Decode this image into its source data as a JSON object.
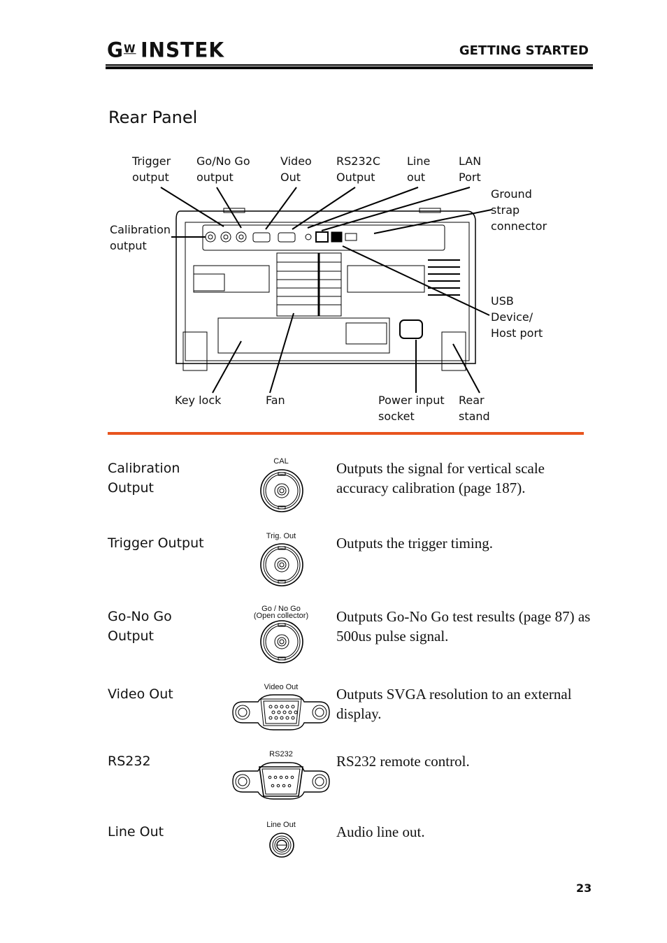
{
  "header": {
    "brand": "GW INSTEK",
    "brand_main": "G",
    "brand_w": "W",
    "brand_rest": "INSTEK",
    "section": "GETTING STARTED"
  },
  "page_title": "Rear Panel",
  "diagram": {
    "callouts_top": [
      {
        "line1": "Trigger",
        "line2": "output"
      },
      {
        "line1": "Go/No Go",
        "line2": "output"
      },
      {
        "line1": "Video",
        "line2": "Out"
      },
      {
        "line1": "RS232C",
        "line2": "Output"
      },
      {
        "line1": "Line",
        "line2": "out"
      },
      {
        "line1": "LAN",
        "line2": "Port"
      }
    ],
    "callout_left": {
      "line1": "Calibration",
      "line2": "output"
    },
    "callout_ground": {
      "line1": "Ground",
      "line2": "strap",
      "line3": "connector"
    },
    "callout_usb": {
      "line1": "USB",
      "line2": "Device/",
      "line3": "Host port"
    },
    "callouts_bottom": [
      {
        "line1": "Key lock",
        "line2": ""
      },
      {
        "line1": "Fan",
        "line2": ""
      },
      {
        "line1": "Power input",
        "line2": "socket"
      },
      {
        "line1": "Rear",
        "line2": "stand"
      }
    ]
  },
  "connectors": [
    {
      "name_line1": "Calibration",
      "name_line2": "Output",
      "icon_caption": "CAL",
      "icon_caption2": "",
      "icon": "bnc-icon",
      "desc": "Outputs the signal for vertical scale accuracy calibration (page 187)."
    },
    {
      "name_line1": "Trigger Output",
      "name_line2": "",
      "icon_caption": "Trig. Out",
      "icon_caption2": "",
      "icon": "bnc-icon",
      "desc": "Outputs the trigger timing."
    },
    {
      "name_line1": "Go-No Go",
      "name_line2": "Output",
      "icon_caption": "Go / No Go",
      "icon_caption2": "(Open collector)",
      "icon": "bnc-icon",
      "desc": "Outputs Go-No Go test results (page 87) as 500us pulse signal."
    },
    {
      "name_line1": "Video Out",
      "name_line2": "",
      "icon_caption": "Video Out",
      "icon_caption2": "",
      "icon": "vga-icon",
      "desc": "Outputs SVGA resolution to an external display."
    },
    {
      "name_line1": "RS232",
      "name_line2": "",
      "icon_caption": "RS232",
      "icon_caption2": "",
      "icon": "db9-icon",
      "desc": "RS232 remote control."
    },
    {
      "name_line1": "Line Out",
      "name_line2": "",
      "icon_caption": "Line Out",
      "icon_caption2": "",
      "icon": "audio-jack-icon",
      "desc": "Audio line out."
    }
  ],
  "page_number": "23"
}
